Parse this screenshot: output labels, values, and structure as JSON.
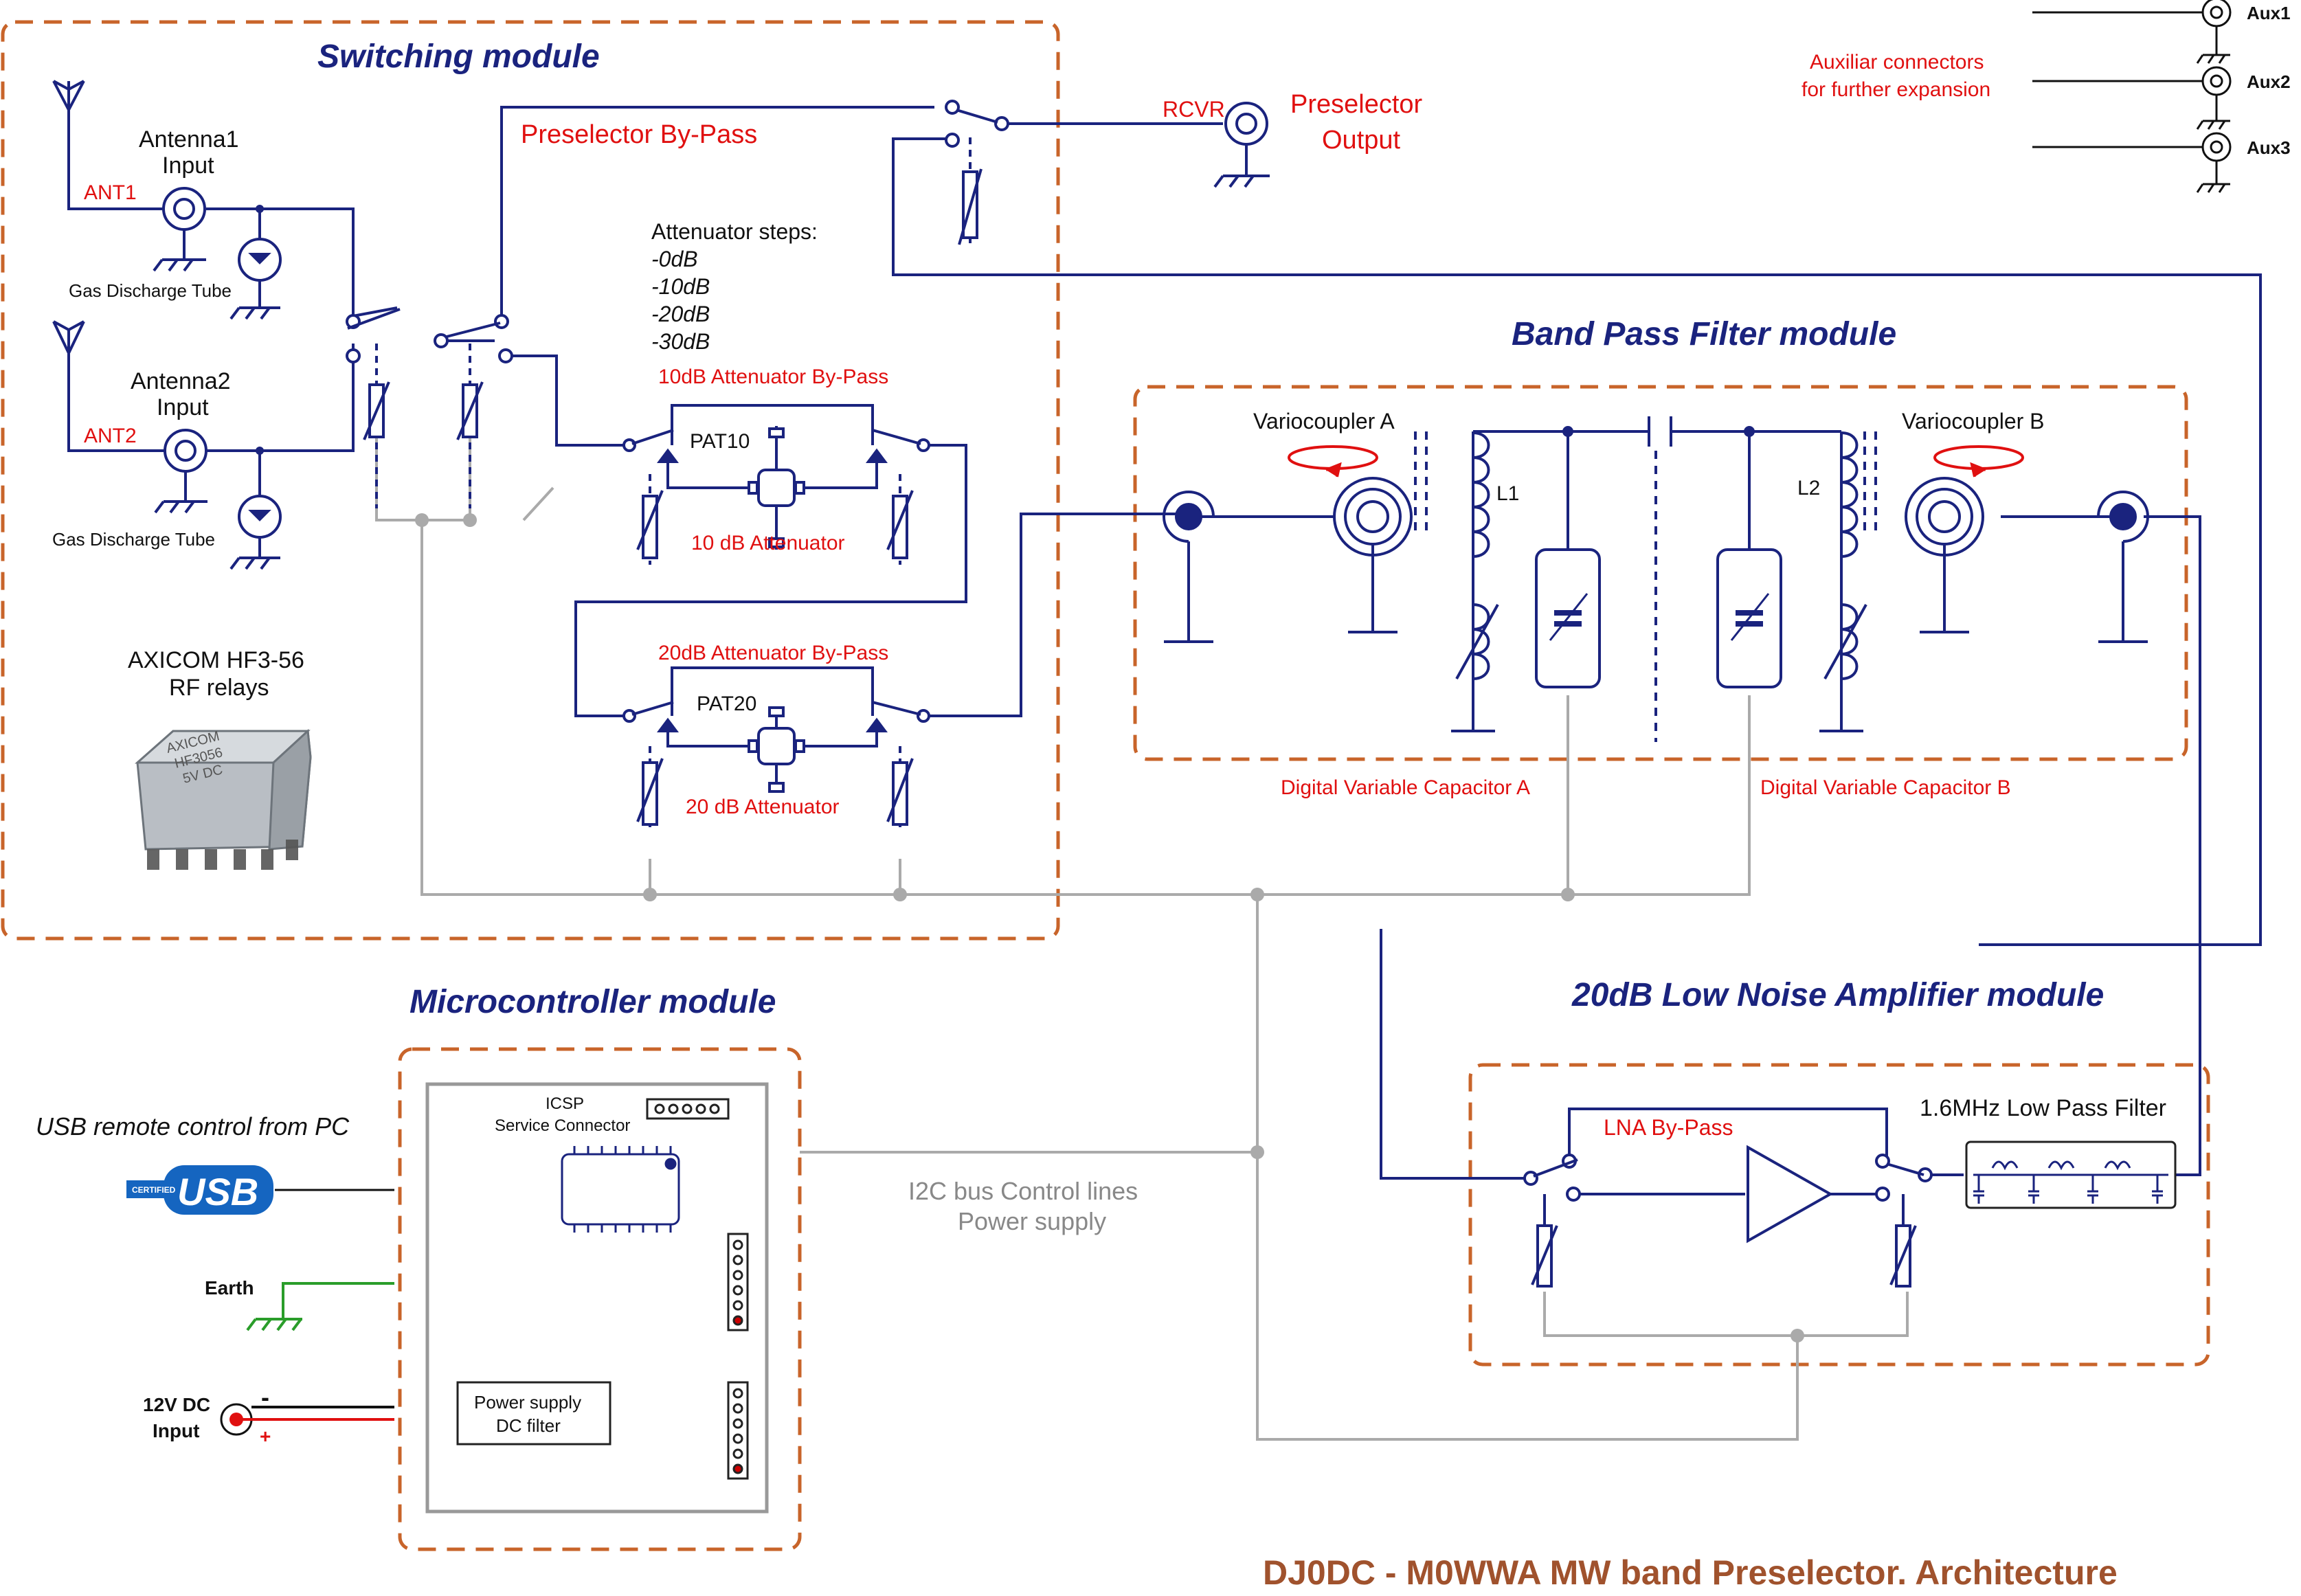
{
  "title": "DJ0DC - M0WWA  MW band Preselector. Architecture",
  "colors": {
    "module_border": "#c8642a",
    "signal_line": "#1a237e",
    "control_line": "#aaaaaa",
    "annotation_red": "#e01010",
    "earth_green": "#2a9d2a",
    "title_brown": "#a0522d"
  },
  "modules": {
    "switching": "Switching module",
    "bpf": "Band Pass Filter module",
    "micro": "Microcontroller module",
    "lna": "20dB  Low Noise Amplifier module"
  },
  "switching": {
    "antenna1_line1": "Antenna1",
    "antenna1_line2": "Input",
    "ant1": "ANT1",
    "antenna2_line1": "Antenna2",
    "antenna2_line2": "Input",
    "ant2": "ANT2",
    "gdt1": "Gas Discharge Tube",
    "gdt2": "Gas Discharge Tube",
    "bypass": "Preselector By-Pass",
    "att_steps_title": "Attenuator steps:",
    "att_steps": [
      "-0dB",
      "-10dB",
      "-20dB",
      "-30dB"
    ],
    "att10_bypass": "10dB Attenuator By-Pass",
    "pat10": "PAT10",
    "att10": "10 dB Attenuator",
    "att20_bypass": "20dB Attenuator By-Pass",
    "pat20": "PAT20",
    "att20": "20 dB Attenuator",
    "relay_line1": "AXICOM HF3-56",
    "relay_line2": "RF relays",
    "relay_marking": [
      "AXICOM",
      "HF3056",
      "5V DC"
    ]
  },
  "output": {
    "rcvr": "RCVR",
    "line1": "Preselector",
    "line2": "Output"
  },
  "aux": {
    "labels": [
      "Aux1",
      "Aux2",
      "Aux3"
    ],
    "note_line1": "Auxiliar connectors",
    "note_line2": "for further expansion"
  },
  "bpf": {
    "variocoupler_a": "Variocoupler A",
    "variocoupler_b": "Variocoupler B",
    "l1": "L1",
    "l2": "L2",
    "dvc_a": "Digital Variable Capacitor A",
    "dvc_b": "Digital Variable Capacitor B"
  },
  "micro": {
    "usb_caption": "USB remote control from PC",
    "usb_logo": "USB",
    "usb_certified": "CERTIFIED",
    "earth": "Earth",
    "dc_line1": "12V DC",
    "dc_line2": "Input",
    "minus": "-",
    "plus": "+",
    "icsp_line1": "ICSP",
    "icsp_line2": "Service Connector",
    "psu_line1": "Power supply",
    "psu_line2": "DC filter"
  },
  "bus": {
    "line1": "I2C bus Control lines",
    "line2": "Power supply"
  },
  "lna": {
    "bypass": "LNA By-Pass",
    "lpf": "1.6MHz Low Pass Filter"
  }
}
